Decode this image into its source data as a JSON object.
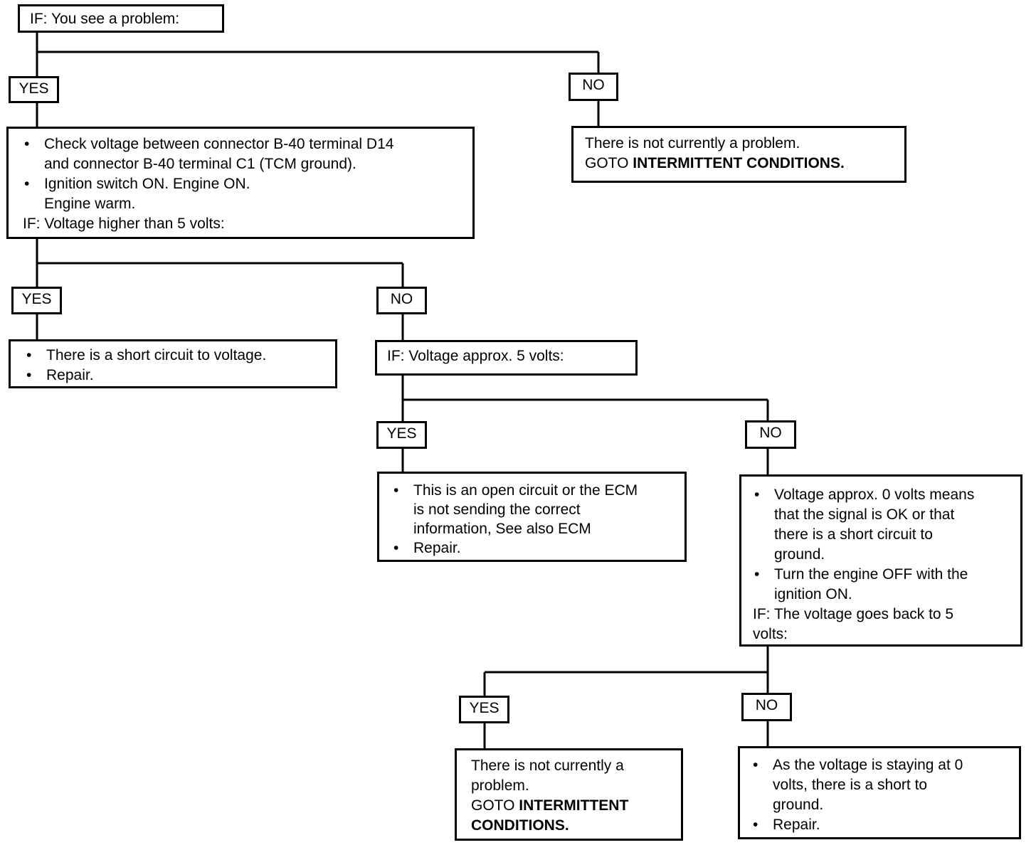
{
  "start": {
    "text": "IF:  You see a problem:"
  },
  "yes": "YES",
  "no": "NO",
  "step1": {
    "bullets": [
      [
        "Check voltage between connector B-40 terminal D14",
        "and connector B-40 terminal C1 (TCM ground)."
      ],
      [
        "Ignition switch ON.  Engine ON.",
        "Engine warm."
      ]
    ],
    "condition": "IF:  Voltage higher than 5 volts:"
  },
  "no_problem_1": {
    "line1": "There is not currently a problem.",
    "goto_prefix": "GOTO",
    "goto_target": "INTERMITTENT CONDITIONS."
  },
  "short_voltage": {
    "bullets": [
      "There is a short circuit to voltage.",
      "Repair."
    ]
  },
  "step2": {
    "condition": "IF:  Voltage approx. 5 volts:"
  },
  "open_circuit": {
    "bullets": [
      [
        "This is an open circuit or the ECM",
        "is not sending the correct",
        "information, See also ECM"
      ],
      [
        "Repair."
      ]
    ]
  },
  "step3": {
    "bullets": [
      [
        "Voltage approx. 0 volts means",
        "that the signal is OK or that",
        "there is a short circuit to",
        "ground."
      ],
      [
        "Turn the engine OFF with the",
        "ignition ON."
      ]
    ],
    "condition": [
      "IF:  The voltage goes back to 5",
      "volts:"
    ]
  },
  "no_problem_2": {
    "lines": [
      "There is not currently a",
      "problem."
    ],
    "goto_prefix": "GOTO",
    "goto_target_1": "INTERMITTENT",
    "goto_target_2": "CONDITIONS."
  },
  "short_ground": {
    "bullets": [
      [
        "As the voltage is staying at 0",
        "volts, there is a short to",
        "ground."
      ],
      [
        "Repair."
      ]
    ]
  }
}
